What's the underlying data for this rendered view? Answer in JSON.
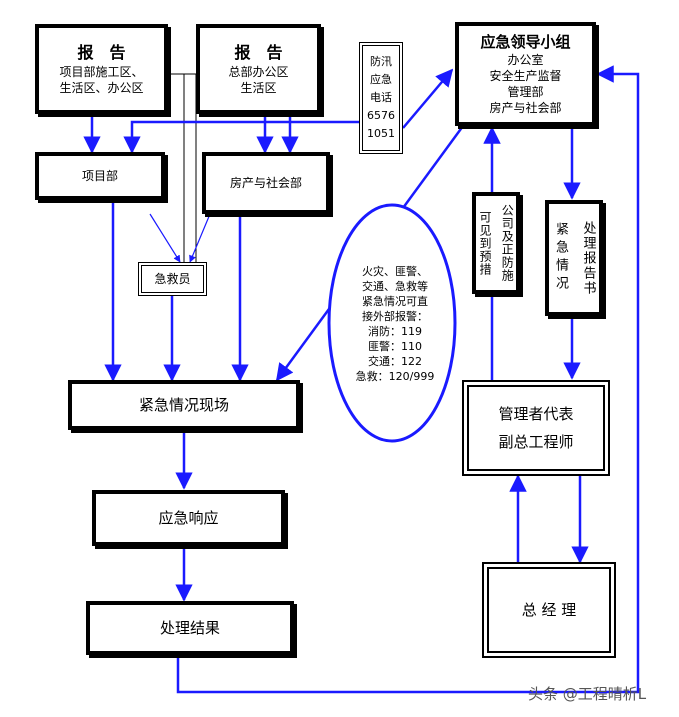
{
  "report_site": {
    "title": "报　告",
    "line1": "项目部施工区、",
    "line2": "生活区、办公区"
  },
  "report_hq": {
    "title": "报　告",
    "line1": "总部办公区",
    "line2": "生活区"
  },
  "hotline": {
    "line1": "防汛",
    "line2": "应急",
    "line3": "电话",
    "line4": "6576",
    "line5": "1051"
  },
  "leadership": {
    "title": "应急领导小组",
    "line1": "办公室",
    "line2": "安全生产监督",
    "line3": "管理部",
    "line4": "房产与社会部"
  },
  "project_dept": {
    "label": "项目部"
  },
  "property_dept": {
    "label": "房产与社会部"
  },
  "rescuer": {
    "label": "急救员"
  },
  "monitor_box": {
    "col1": "可见到预措",
    "col2": "公司及正防施"
  },
  "emergency_report": {
    "col1": "紧急情况",
    "col2": "处理报告书"
  },
  "ellipse": {
    "line1": "火灾、匪警、",
    "line2": "交通、急救等",
    "line3": "紧急情况可直",
    "line4": "接外部报警：",
    "line5": "消防：119",
    "line6": "匪警：110",
    "line7": "交通：122",
    "line8": "急救：120/999"
  },
  "scene": {
    "label": "紧急情况现场"
  },
  "response": {
    "label": "应急响应"
  },
  "result": {
    "label": "处理结果"
  },
  "manager_rep": {
    "line1": "管理者代表",
    "line2": "副总工程师"
  },
  "gm": {
    "label": "总 经 理"
  },
  "watermark": {
    "text": "头条 @工程晴析L"
  },
  "colors": {
    "arrow": "#1a1aff",
    "line": "#000000",
    "ellipse": "#1a1aff"
  }
}
